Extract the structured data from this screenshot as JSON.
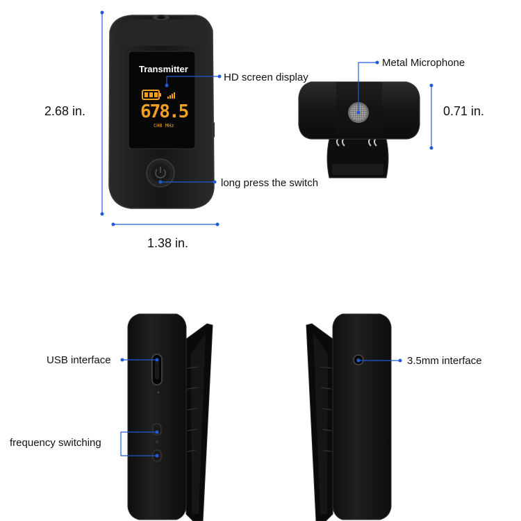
{
  "dimensions": {
    "height": "2.68 in.",
    "width": "1.38 in.",
    "depth": "0.71 in."
  },
  "screen": {
    "title": "Transmitter",
    "frequency": "678.5",
    "channel": "CH8 MHz"
  },
  "callouts": {
    "hd_screen": "HD screen display",
    "long_press": "long press the switch",
    "metal_mic": "Metal Microphone",
    "usb": "USB interface",
    "freq_switch": "frequency switching",
    "jack": "3.5mm interface"
  },
  "colors": {
    "accent": "#1f5bd6",
    "device_body": "#1c1c1c",
    "oled_digits": "#f0a020"
  }
}
